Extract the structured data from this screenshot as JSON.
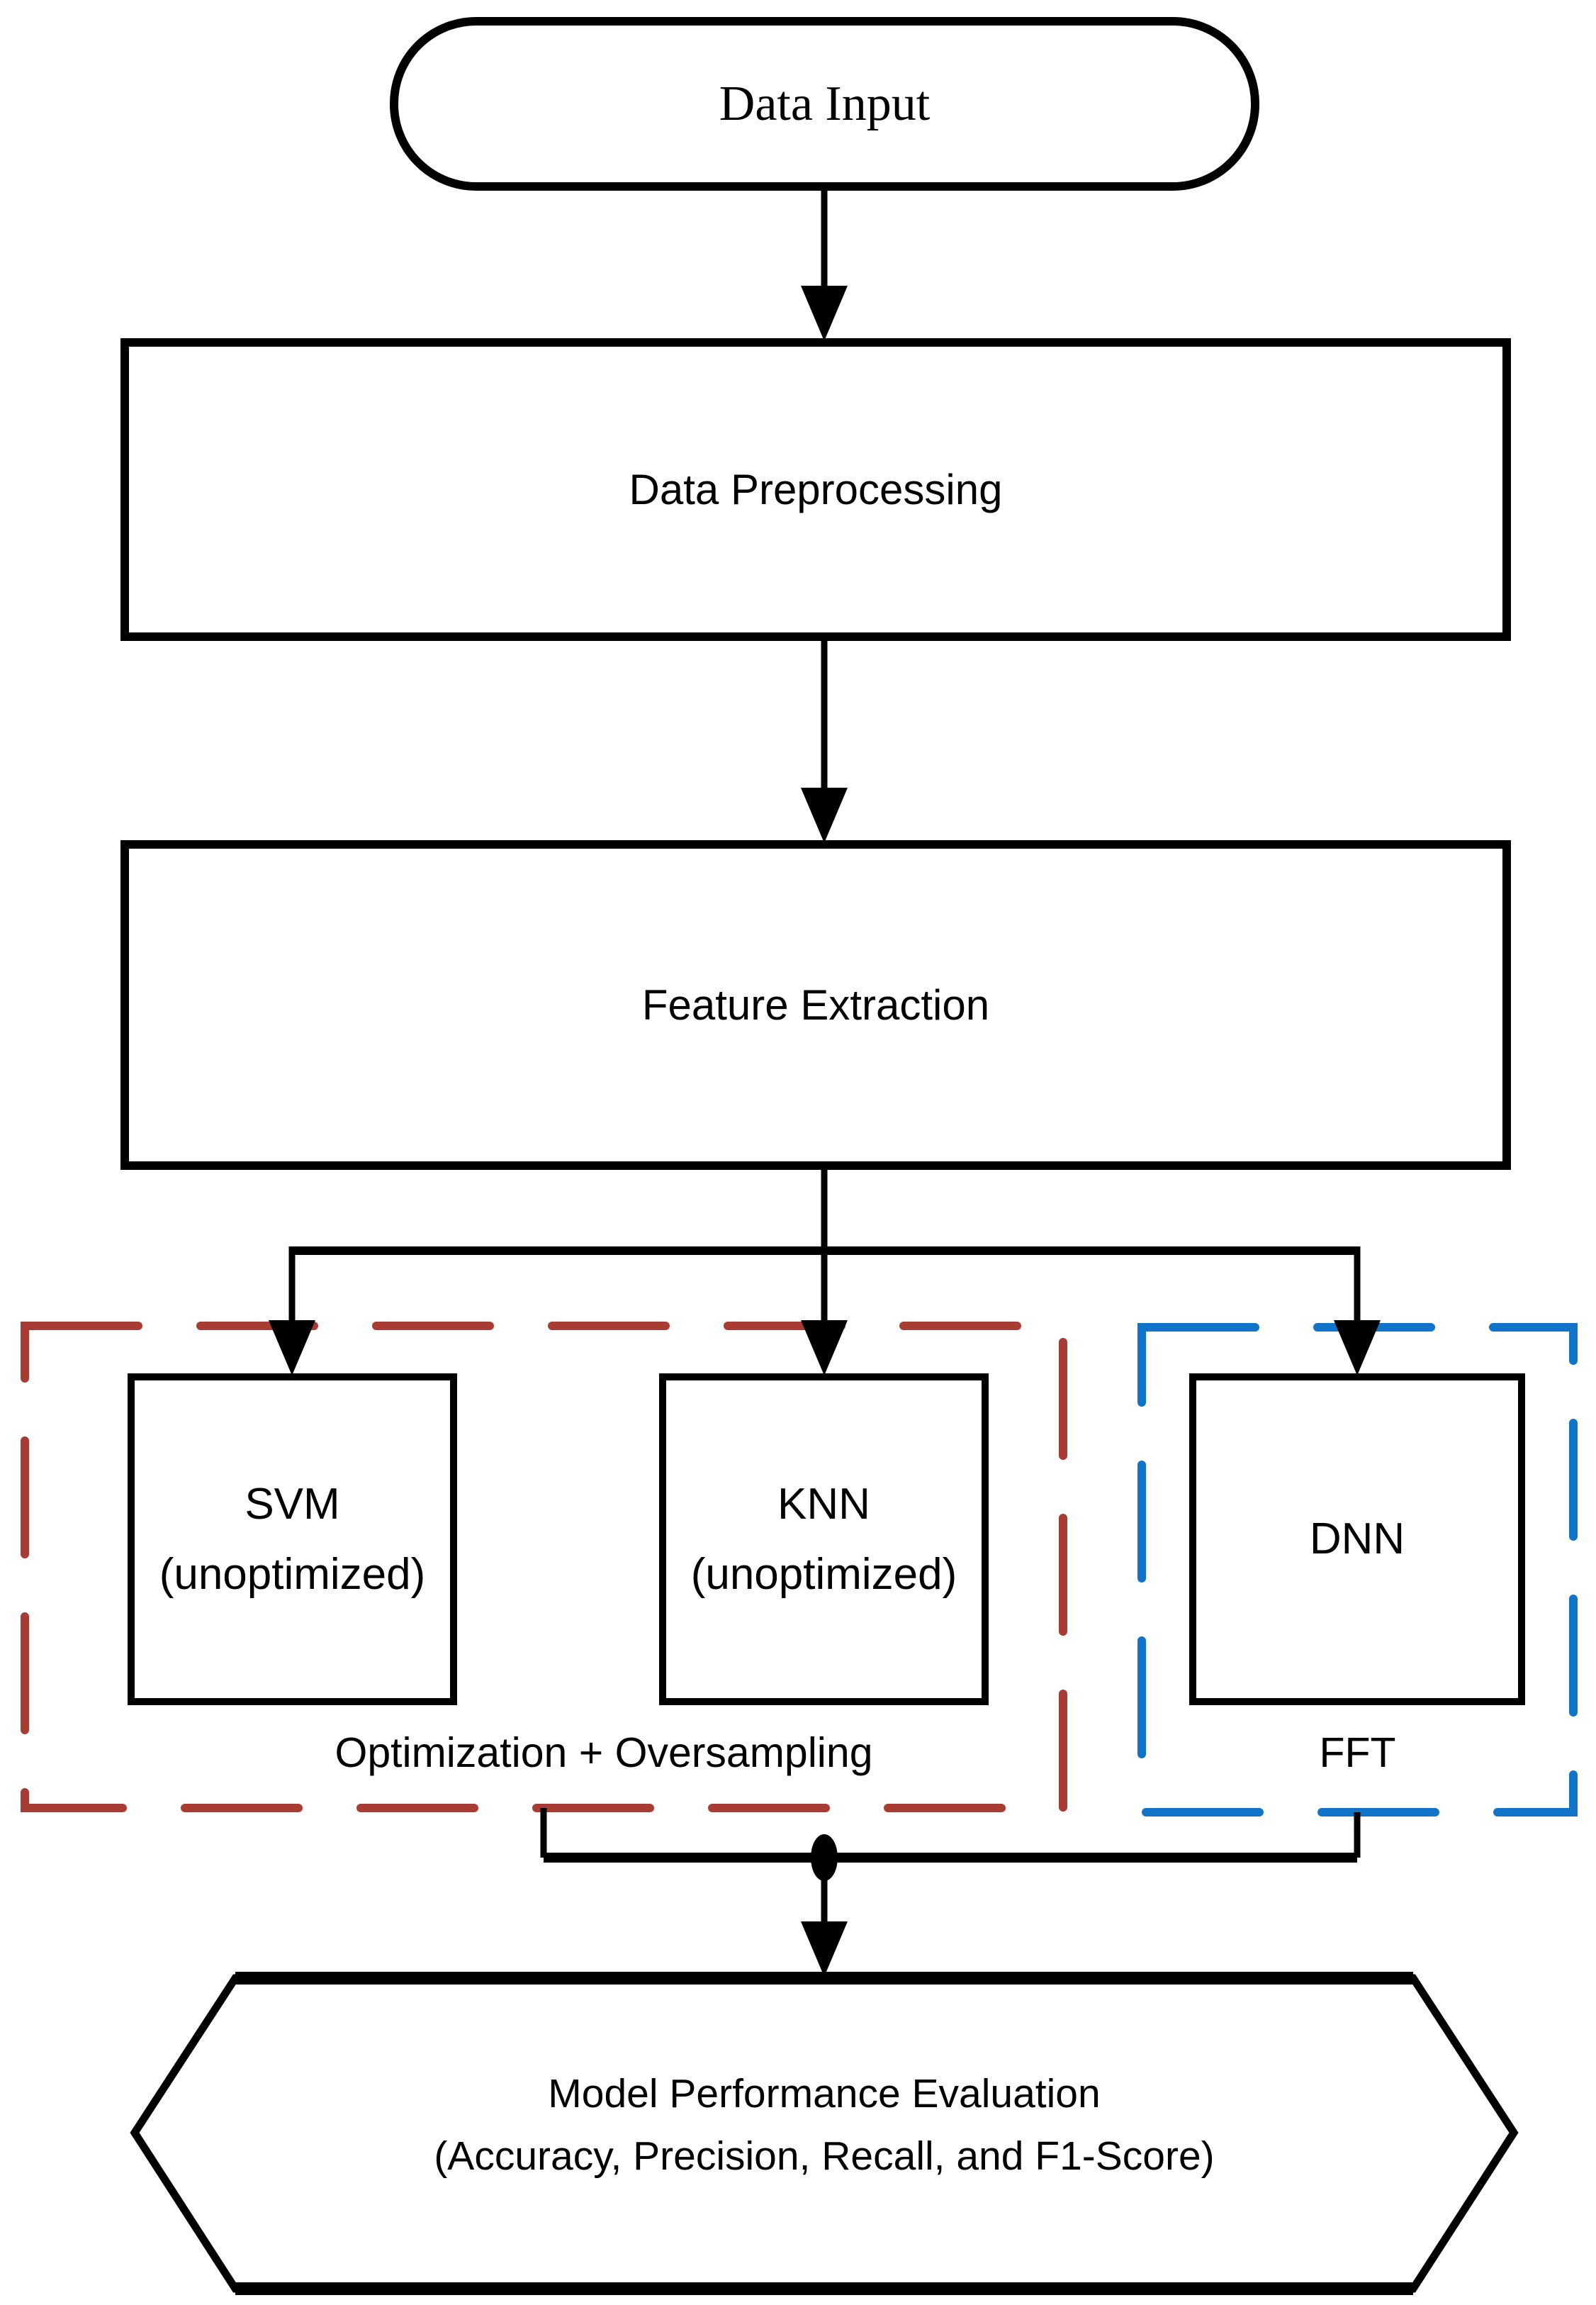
{
  "flowchart": {
    "background_color": "#ffffff",
    "connector_color": "#000000",
    "nodes": {
      "data_input": {
        "label": "Data Input",
        "shape": "terminator"
      },
      "data_preprocessing": {
        "label": "Data Preprocessing",
        "shape": "process"
      },
      "feature_extraction": {
        "label": "Feature Extraction",
        "shape": "process"
      },
      "svm": {
        "line1": "SVM",
        "line2": "(unoptimized)",
        "shape": "process"
      },
      "knn": {
        "line1": "KNN",
        "line2": "(unoptimized)",
        "shape": "process"
      },
      "dnn": {
        "label": "DNN",
        "shape": "process"
      },
      "evaluation": {
        "line1": "Model Performance Evaluation",
        "line2": "(Accuracy, Precision, Recall, and F1-Score)",
        "shape": "hexagon"
      }
    },
    "groups": {
      "optimization": {
        "label": "Optimization + Oversampling",
        "border_color": "#A83C33",
        "border_style": "dashed"
      },
      "fft": {
        "label": "FFT",
        "border_color": "#1274C8",
        "border_style": "dashed"
      }
    }
  }
}
